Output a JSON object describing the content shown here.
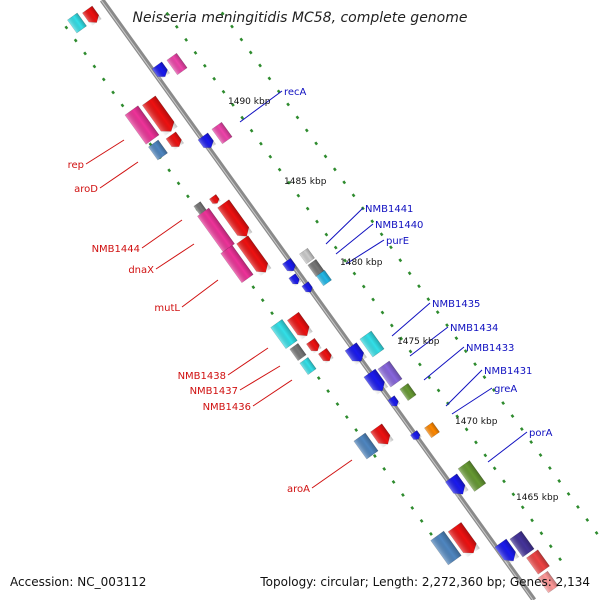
{
  "title": "Neisseria meningitidis MC58, complete genome",
  "footer": {
    "accession": "Accession: NC_003112",
    "summary": "Topology: circular; Length: 2,272,360 bp; Genes: 2,134"
  },
  "colors": {
    "backbone": "#808080",
    "ticks": "#2e8b2e",
    "label_left": "#d01010",
    "label_right": "#1010c0"
  },
  "kbp_labels": [
    "1490 kbp",
    "1485 kbp",
    "1480 kbp",
    "1475 kbp",
    "1470 kbp",
    "1465 kbp"
  ],
  "gene_labels_left": [
    "rep",
    "aroD",
    "NMB1444",
    "dnaX",
    "mutL",
    "NMB1438",
    "NMB1437",
    "NMB1436",
    "aroA"
  ],
  "gene_labels_right": [
    "recA",
    "NMB1441",
    "NMB1440",
    "purE",
    "NMB1435",
    "NMB1434",
    "NMB1433",
    "NMB1431",
    "greA",
    "porA"
  ]
}
